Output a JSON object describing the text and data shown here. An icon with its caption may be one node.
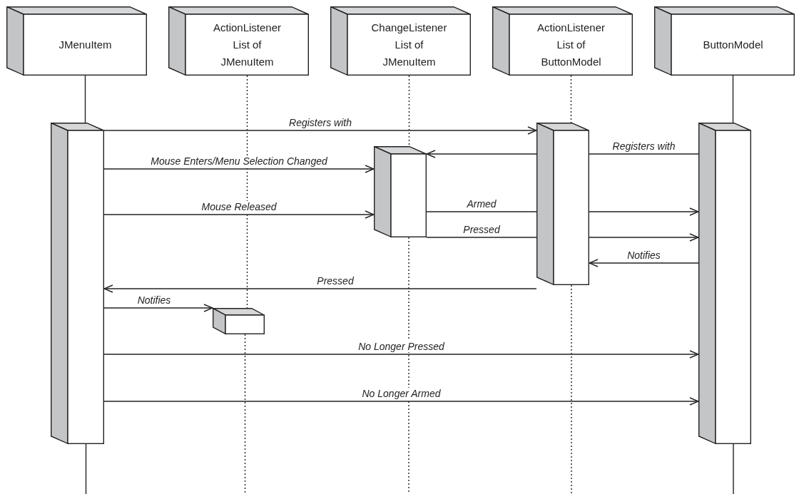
{
  "diagram": {
    "nodes": [
      {
        "text": [
          "JMenuItem"
        ]
      },
      {
        "text": [
          "ActionListener List of JMenuItem"
        ]
      },
      {
        "text": [
          "ChangeListener List of JMenuItem"
        ]
      },
      {
        "text": [
          "ActionListener List of ButtonModel"
        ]
      },
      {
        "text": [
          "ButtonModel"
        ]
      },
      {
        "text": [],
        "shape": "box"
      },
      {
        "text": [],
        "shape": "box"
      },
      {
        "text": [],
        "shape": "box"
      },
      {
        "text": [],
        "shape": "box"
      },
      {
        "text": [],
        "shape": "box"
      }
    ],
    "edges": [
      {
        "from": 0,
        "to": 5,
        "arrow": "none"
      },
      {
        "from": 1,
        "to": 6,
        "arrow": "none",
        "style": "dashed"
      },
      {
        "from": 2,
        "to": 7,
        "arrow": "none",
        "style": "dashed"
      },
      {
        "from": 3,
        "to": 8,
        "arrow": "none",
        "style": "dashed"
      },
      {
        "from": 4,
        "to": 9,
        "arrow": "none"
      },
      {
        "from": 5,
        "to": null,
        "arrow": "none"
      },
      {
        "from": 6,
        "to": null,
        "arrow": "none",
        "style": "dashed"
      },
      {
        "from": 7,
        "to": null,
        "arrow": "none",
        "style": "dashed"
      },
      {
        "from": 8,
        "to": null,
        "arrow": "none",
        "style": "dashed"
      },
      {
        "from": 9,
        "to": null,
        "arrow": "none"
      },
      {
        "from": 5,
        "to": 8,
        "arrow": "to",
        "label": "Registers with"
      },
      {
        "from": 9,
        "to": 8,
        "arrow": "none",
        "label": "Registers with"
      },
      {
        "from": 8,
        "to": 7,
        "arrow": "to"
      },
      {
        "from": 5,
        "to": 7,
        "arrow": "to",
        "label": "Mouse Enters/Menu Selection Changed"
      },
      {
        "from": 7,
        "to": 8,
        "arrow": "none",
        "label": "Armed"
      },
      {
        "from": 8,
        "to": 9,
        "arrow": "to"
      },
      {
        "from": 5,
        "to": 7,
        "arrow": "to",
        "label": "Mouse Released"
      },
      {
        "from": 7,
        "to": 8,
        "arrow": "none",
        "label": "Pressed"
      },
      {
        "from": 8,
        "to": 9,
        "arrow": "to"
      },
      {
        "from": 9,
        "to": 8,
        "arrow": "to",
        "label": "Notifies"
      },
      {
        "from": 8,
        "to": 5,
        "arrow": "to",
        "label": "Pressed"
      },
      {
        "from": 5,
        "to": 6,
        "arrow": "to",
        "label": "Notifies"
      },
      {
        "from": 5,
        "to": 9,
        "arrow": "to",
        "label": "No Longer Pressed"
      },
      {
        "from": 5,
        "to": 9,
        "arrow": "to",
        "label": "No Longer Armed"
      }
    ]
  }
}
